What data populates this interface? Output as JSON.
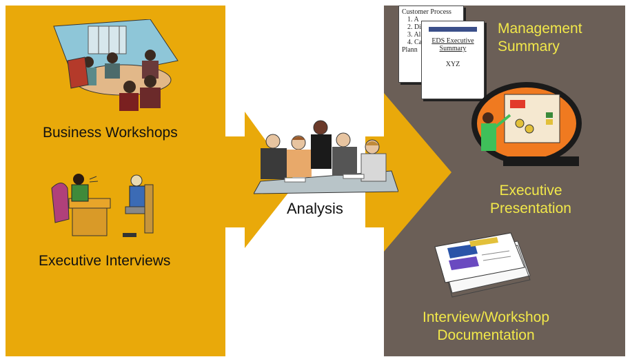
{
  "colors": {
    "orange": "#e9a90a",
    "panel": "#6b5f57",
    "accent_text": "#f2e84a",
    "dark_text": "#111111"
  },
  "left": {
    "workshops_label": "Business Workshops",
    "interviews_label": "Executive Interviews"
  },
  "middle": {
    "analysis_label": "Analysis"
  },
  "right": {
    "management_summary_label": "Management Summary",
    "executive_presentation_label": "Executive Presentation",
    "documentation_label": "Interview/Workshop Documentation",
    "back_doc": {
      "title": "Customer Process",
      "lines": [
        "1. A",
        "2. Di",
        "3. Al",
        "4. Ca",
        "Plann"
      ]
    },
    "front_doc": {
      "title": "EDS Executive Summary",
      "subtitle": "XYZ"
    }
  },
  "icons": [
    "meeting-clipart",
    "interview-clipart",
    "analysis-team-clipart",
    "presenter-clipart",
    "paper-stack-clipart"
  ]
}
